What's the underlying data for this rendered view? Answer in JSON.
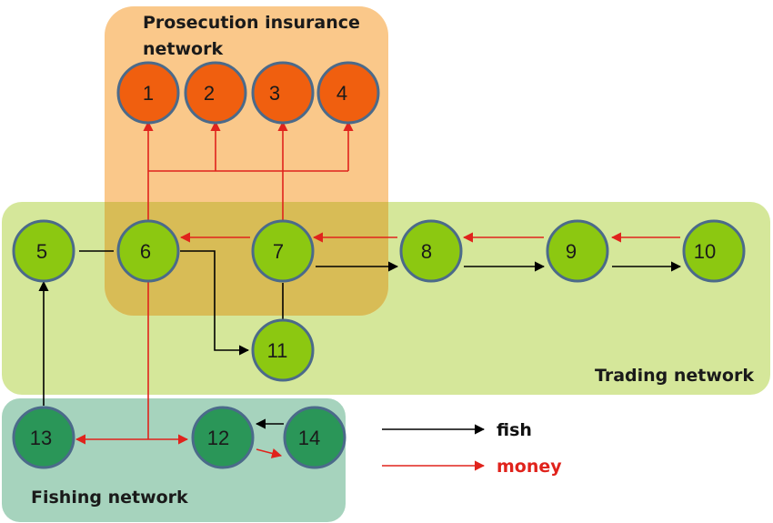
{
  "regions": {
    "insurance_line1": "Prosecution insurance",
    "insurance_line2": "network",
    "trading": "Trading network",
    "fishing": "Fishing network"
  },
  "nodes": {
    "n1": "1",
    "n2": "2",
    "n3": "3",
    "n4": "4",
    "n5": "5",
    "n6": "6",
    "n7": "7",
    "n8": "8",
    "n9": "9",
    "n10": "10",
    "n11": "11",
    "n12": "12",
    "n13": "13",
    "n14": "14"
  },
  "legend": {
    "fish": "fish",
    "money": "money"
  },
  "colors": {
    "insurance_fill": "#fac88a",
    "trading_fill": "#d5e79a",
    "overlap_fill": "#d8bc56",
    "fishing_fill": "#a6d3bd",
    "insurance_node": "#f05f0f",
    "trading_node": "#8cc811",
    "fishing_node": "#2a9658",
    "node_border": "#4b6a8a",
    "fish_flow": "#000000",
    "money_flow": "#e0231c"
  }
}
